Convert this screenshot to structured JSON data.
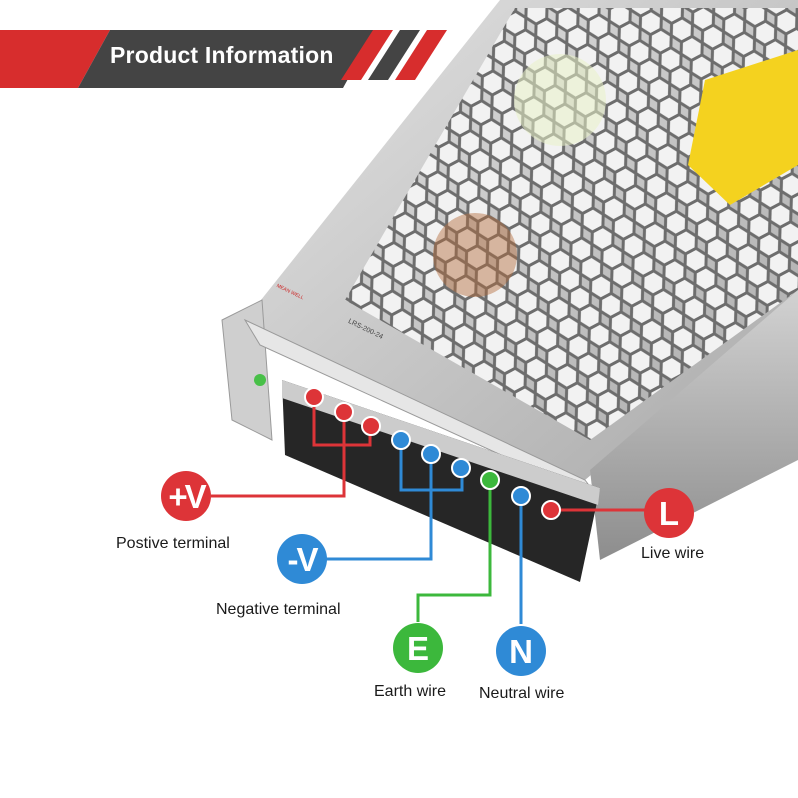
{
  "banner": {
    "title": "Product Information"
  },
  "colors": {
    "red": "#dd3438",
    "blue": "#2f8ad6",
    "green": "#3cb83c",
    "banner_dark": "#444444"
  },
  "device": {
    "model": "LRS-200-24",
    "brand": "MEAN WELL"
  },
  "terminals": {
    "positive": {
      "symbol": "+V",
      "label": "Postive terminal"
    },
    "negative": {
      "symbol": "-V",
      "label": "Negative terminal"
    },
    "earth": {
      "symbol": "E",
      "label": "Earth wire"
    },
    "neutral": {
      "symbol": "N",
      "label": "Neutral wire"
    },
    "live": {
      "symbol": "L",
      "label": "Live wire"
    }
  }
}
